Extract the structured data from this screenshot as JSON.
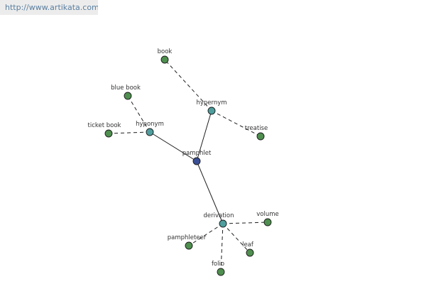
{
  "source_url": "http://www.artikata.com",
  "colors": {
    "center": "#3b4f96",
    "relation": "#4f9e9e",
    "term": "#4f8f4f",
    "url_text": "#5a7fa0"
  },
  "graph": {
    "nodes": [
      {
        "id": "pamphlet",
        "label": "pamphlet",
        "kind": "center"
      },
      {
        "id": "hypernym",
        "label": "hypernym",
        "kind": "relation"
      },
      {
        "id": "hyponym",
        "label": "hyponym",
        "kind": "relation"
      },
      {
        "id": "derivation",
        "label": "derivation",
        "kind": "relation"
      },
      {
        "id": "book",
        "label": "book",
        "kind": "term"
      },
      {
        "id": "treatise",
        "label": "treatise",
        "kind": "term"
      },
      {
        "id": "blue_book",
        "label": "blue book",
        "kind": "term"
      },
      {
        "id": "ticket_book",
        "label": "ticket book",
        "kind": "term"
      },
      {
        "id": "volume",
        "label": "volume",
        "kind": "term"
      },
      {
        "id": "pamphleteer",
        "label": "pamphleteer",
        "kind": "term"
      },
      {
        "id": "leaf",
        "label": "leaf",
        "kind": "term"
      },
      {
        "id": "folio",
        "label": "folio",
        "kind": "term"
      }
    ],
    "edges": [
      {
        "from": "pamphlet",
        "to": "hypernym",
        "style": "solid"
      },
      {
        "from": "pamphlet",
        "to": "hyponym",
        "style": "solid"
      },
      {
        "from": "pamphlet",
        "to": "derivation",
        "style": "solid"
      },
      {
        "from": "hypernym",
        "to": "book",
        "style": "dashed"
      },
      {
        "from": "hypernym",
        "to": "treatise",
        "style": "dashed"
      },
      {
        "from": "hyponym",
        "to": "blue_book",
        "style": "dashed"
      },
      {
        "from": "hyponym",
        "to": "ticket_book",
        "style": "dashed"
      },
      {
        "from": "derivation",
        "to": "volume",
        "style": "dashed"
      },
      {
        "from": "derivation",
        "to": "pamphleteer",
        "style": "dashed"
      },
      {
        "from": "derivation",
        "to": "leaf",
        "style": "dashed"
      },
      {
        "from": "derivation",
        "to": "folio",
        "style": "dashed"
      }
    ]
  }
}
